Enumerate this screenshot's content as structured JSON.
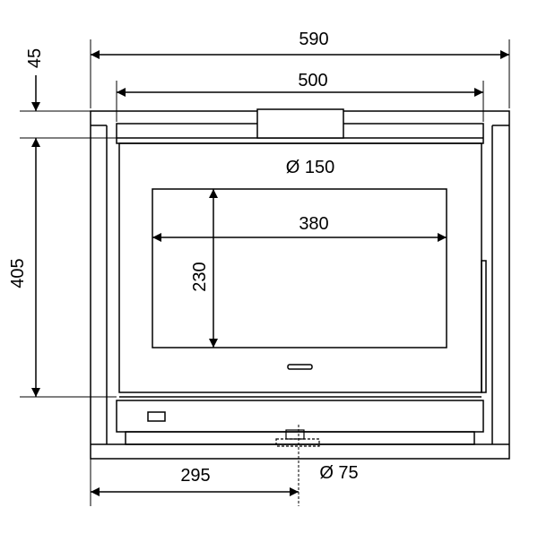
{
  "dimensions": {
    "overall_width": "590",
    "inner_width": "500",
    "top_offset": "45",
    "height": "405",
    "flue_diameter": "Ø 150",
    "window_width": "380",
    "window_height": "230",
    "side_offset": "295",
    "air_inlet_diameter": "Ø 75"
  }
}
